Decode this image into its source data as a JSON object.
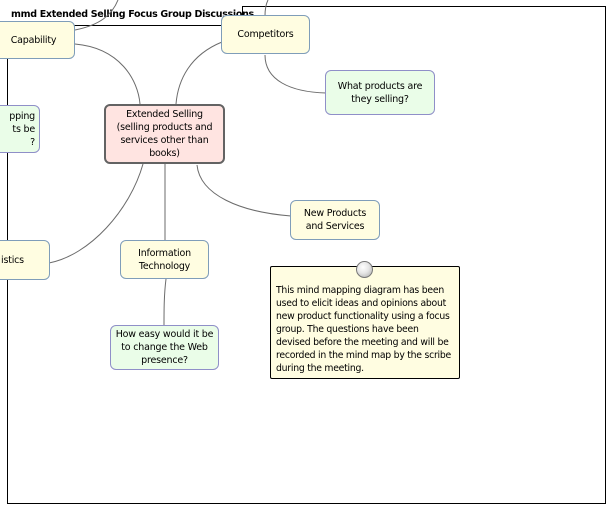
{
  "diagram": {
    "frame_title": "mmd Extended Selling Focus Group Discussions",
    "central_topic": "Extended Selling (selling products and services other than books)",
    "topics": [
      {
        "id": "capability",
        "label": "Capability",
        "color": "yellow"
      },
      {
        "id": "competitors",
        "label": "Competitors",
        "color": "yellow"
      },
      {
        "id": "what-products",
        "label": "What products are they selling?",
        "color": "green"
      },
      {
        "id": "shipping-question",
        "label": "pping\nts be\n?",
        "color": "green"
      },
      {
        "id": "logistics",
        "label": "istics",
        "color": "yellow"
      },
      {
        "id": "information-technology",
        "label": "Information Technology",
        "color": "yellow"
      },
      {
        "id": "web-presence",
        "label": "How easy would it be to change the Web presence?",
        "color": "green"
      },
      {
        "id": "new-products",
        "label": "New Products and Services",
        "color": "yellow"
      }
    ],
    "note": "This mind mapping diagram has been used to elicit ideas and opinions about new product functionality using a focus group. The questions have been devised before the meeting and will be recorded in the mind map by the scribe during the meeting."
  },
  "colors": {
    "topic_fill": "#fffde1",
    "question_fill": "#eafde8",
    "central_fill": "#ffe4e1",
    "central_border": "#636363",
    "node_border": "#7f9db9",
    "connector": "#6b6b6b"
  }
}
